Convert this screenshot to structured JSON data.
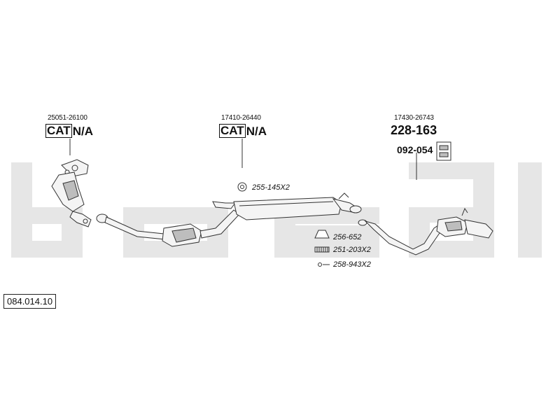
{
  "watermark": {
    "text": "bosal",
    "color": "#e6e6e6"
  },
  "reference": {
    "number": "084.014.10"
  },
  "sections": {
    "front": {
      "oe_code": "25051-26100",
      "cat_label": "CAT",
      "na_label": "N/A"
    },
    "middle": {
      "oe_code": "17410-26440",
      "cat_label": "CAT",
      "na_label": "N/A"
    },
    "rear": {
      "oe_code": "17430-26743",
      "part_number": "228",
      "part_suffix": "163",
      "mount_part": "092-054"
    }
  },
  "small_parts": {
    "gasket": "255-145X2",
    "ring": "256-652",
    "spring": "251-203X2",
    "bolt": "258-943X2"
  },
  "colors": {
    "line": "#333333",
    "pipe_fill": "#f4f4f4",
    "shade": "#bdbdbd"
  },
  "icons": {
    "gasket": "flange-gasket-icon",
    "ring": "sealing-ring-icon",
    "spring": "coil-spring-icon",
    "bolt": "bolt-icon",
    "mount": "rubber-mount-icon"
  }
}
